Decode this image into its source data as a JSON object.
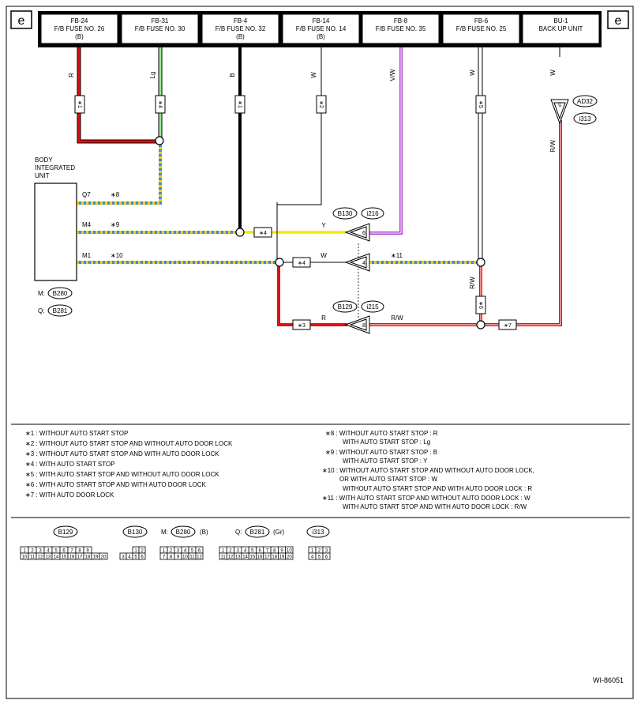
{
  "corner_tag": "e",
  "fuses": [
    {
      "line1": "FB-24",
      "line2": "F/B FUSE NO. 26",
      "line3": "(B)"
    },
    {
      "line1": "FB-31",
      "line2": "F/B FUSE NO. 30",
      "line3": ""
    },
    {
      "line1": "FB-4",
      "line2": "F/B FUSE NO. 32",
      "line3": "(B)"
    },
    {
      "line1": "FB-14",
      "line2": "F/B FUSE NO. 14",
      "line3": "(B)"
    },
    {
      "line1": "FB-8",
      "line2": "F/B FUSE NO. 35",
      "line3": ""
    },
    {
      "line1": "FB-6",
      "line2": "F/B FUSE NO. 25",
      "line3": ""
    },
    {
      "line1": "BU-1",
      "line2": "BACK UP UNIT",
      "line3": ""
    }
  ],
  "wire_colors": {
    "r": "R",
    "lg": "Lg",
    "b": "B",
    "w1": "W",
    "vw": "V/W",
    "w2": "W",
    "w3": "W",
    "rw_right": "R/W",
    "rw_mid": "R/W",
    "y": "Y",
    "w_mid": "W",
    "r_low": "R",
    "rw_low": "R/W"
  },
  "stars": {
    "s1a": "∗1",
    "s4a": "∗4",
    "s1b": "∗1",
    "s2": "∗2",
    "s5": "∗5",
    "s6": "∗6",
    "s4b": "∗4",
    "s4c": "∗4",
    "s3": "∗3",
    "s7": "∗7"
  },
  "body_unit": {
    "line1": "BODY",
    "line2": "INTEGRATED",
    "line3": "UNIT",
    "m_label": "M:",
    "m_conn": "B280",
    "q_label": "Q:",
    "q_conn": "B281"
  },
  "pins": {
    "q7": "Q7",
    "q7_star": "∗8",
    "m4": "M4",
    "m4_star": "∗9",
    "m1": "M1",
    "m1_star": "∗10",
    "mid_star": "∗11",
    "p6": "6",
    "p4": "4",
    "p8": "8",
    "p5": "5"
  },
  "connectors": {
    "b130": "B130",
    "i216": "i216",
    "b129": "B129",
    "i215": "i215",
    "ad32": "AD32",
    "i313": "i313"
  },
  "notes_left": [
    "∗1  : WITHOUT AUTO START STOP",
    "∗2  : WITHOUT AUTO START STOP AND WITHOUT AUTO DOOR LOCK",
    "∗3  : WITHOUT AUTO START STOP AND WITH AUTO DOOR LOCK",
    "∗4  : WITH AUTO START STOP",
    "∗5  : WITH AUTO START STOP AND WITHOUT AUTO DOOR LOCK",
    "∗6  : WITH AUTO START STOP AND WITH AUTO DOOR LOCK",
    "∗7  : WITH AUTO DOOR LOCK"
  ],
  "notes_right": [
    "∗8  : WITHOUT AUTO START STOP  : R",
    "WITH AUTO START STOP  : Lg",
    "∗9  : WITHOUT AUTO START STOP  : B",
    "WITH AUTO START STOP  : Y",
    "∗10  : WITHOUT AUTO START STOP AND WITHOUT AUTO DOOR LOCK,",
    "OR WITH AUTO START STOP : W",
    "WITHOUT AUTO START STOP AND WITH AUTO DOOR LOCK  : R",
    "∗11  : WITH AUTO START STOP AND WITHOUT AUTO DOOR LOCK  : W",
    "WITH AUTO START STOP AND WITH AUTO DOOR LOCK  : R/W"
  ],
  "connector_views": {
    "b129": "B129",
    "b130": "B130",
    "b280_prefix": "M:",
    "b280": "B280",
    "b280_color": "(B)",
    "b281_prefix": "Q:",
    "b281": "B281",
    "b281_color": "(Gr)",
    "i313": "i313"
  },
  "pin_numbers": {
    "b129_top": [
      "1",
      "2",
      "3",
      "4",
      "5",
      "6",
      "7",
      "8",
      "9"
    ],
    "b129_bot": [
      "10",
      "11",
      "12",
      "13",
      "14",
      "15",
      "16",
      "17",
      "18",
      "19",
      "20"
    ],
    "b130_top": [
      "1",
      "2"
    ],
    "b130_bot": [
      "3",
      "4",
      "5",
      "6"
    ],
    "b280_top": [
      "1",
      "2",
      "3",
      "4",
      "5",
      "6"
    ],
    "b280_bot": [
      "7",
      "8",
      "9",
      "10",
      "11",
      "12"
    ],
    "b281_top": [
      "1",
      "2",
      "3",
      "4",
      "5",
      "6",
      "7",
      "8",
      "9",
      "10"
    ],
    "b281_bot": [
      "11",
      "12",
      "13",
      "14",
      "15",
      "16",
      "17",
      "18",
      "19",
      "20"
    ],
    "i313_top": [
      "1",
      "2",
      "3"
    ],
    "i313_bot": [
      "4",
      "5",
      "6"
    ]
  },
  "figure_id": "WI-86051",
  "colors": {
    "red": "#e01010",
    "green": "#90ee90",
    "purple": "#b040d0",
    "yellow": "#f5e800",
    "dashed_blue": "#3a8fd0",
    "dashed_yellow": "#f0d000"
  }
}
